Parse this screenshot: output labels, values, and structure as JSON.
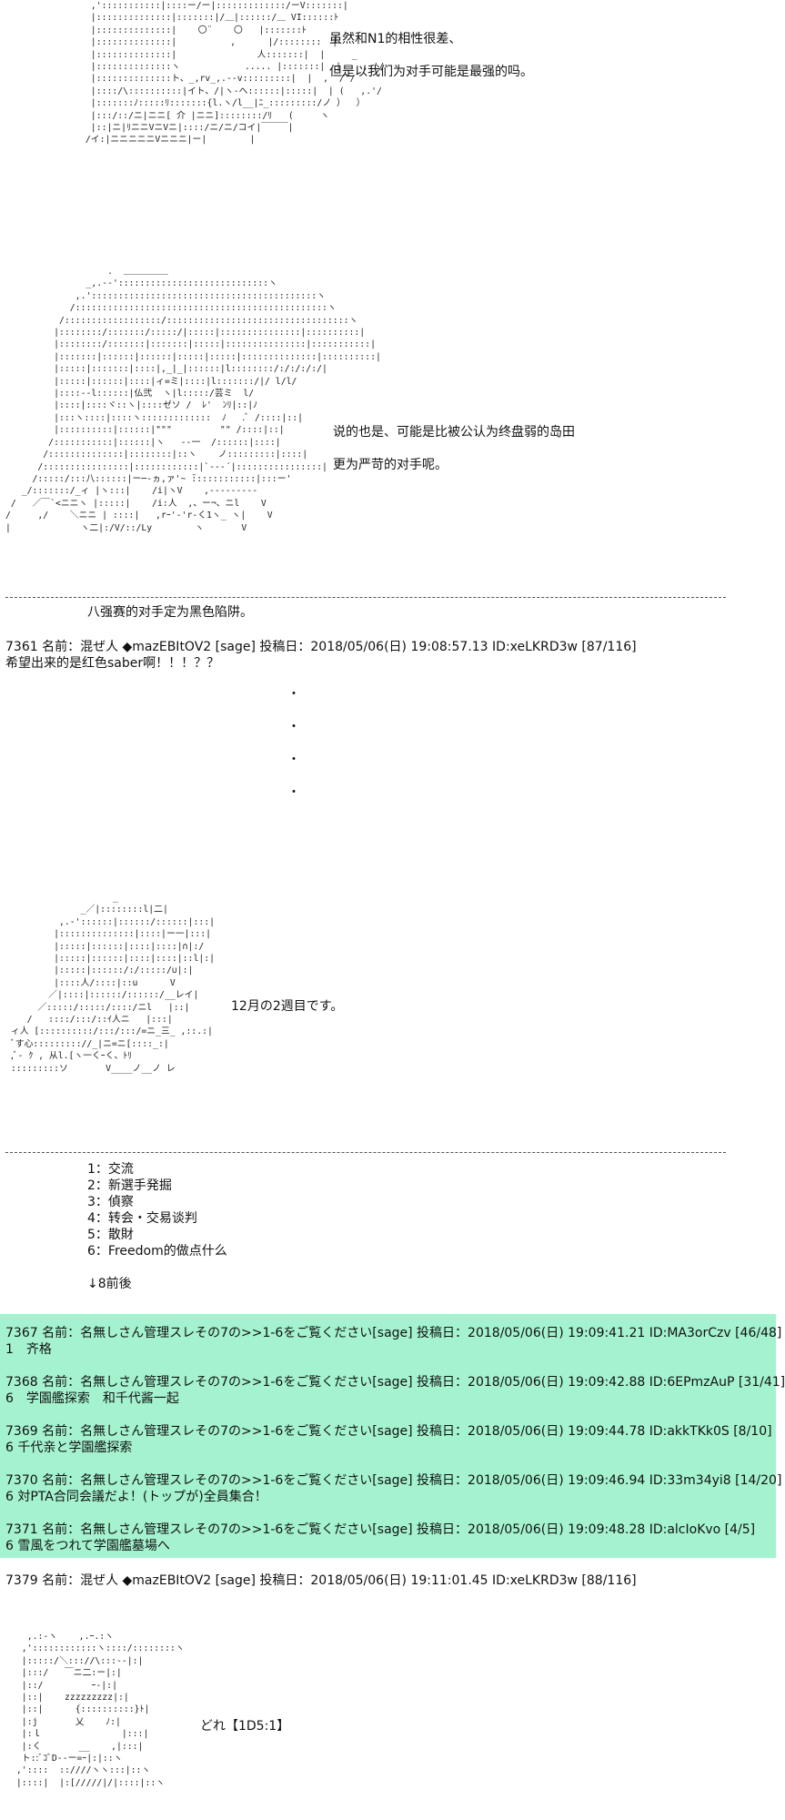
{
  "aa1": "  ,':::::::::::|::::ー/ー|:::::::::::::/ーV:::::::|\n  |::::::::::::::|:::::::|/＿|::::::/＿ VI::::::ﾄ\n  |::::::::::::::|    〇¨    〇   |:::::::ﾄ\n  |::::::::::::::|          ,      |/::::::::  |\n  |::::::::::::::|               人:::::::|  |     _\n  |::::::::::::::ヽ            ..... |:::::::|  |    ,.'/\n  |::::::::::::::ト、_,rv_,.-‐v:::::::::|  |  ,  /'/\n  |::::/\\::::::::::|イト、/|ヽ-へ::::::|:::::|  | (   ,.'/\n  |:::::::ﾉ:::::ﾘ:::::::{l.ヽ/l__|ﾆ_:::::::::/ノ ）  ）\n  |:::/::/ニ|ニニ[ 介 |ニニ]::::::::/ﾘ   (     ヽ\n  |::|ニ|ﾘニニVニVニ|::::/ニ/ニ/コイ|￣￣￣|\n /イ:|ニニニニニVニニニ|ー|        |",
  "aa2": "                   .  ＿＿＿＿＿\n               _,.-‐'::::::::::::::::::::::::::::ヽ\n             ,.'::::::::::::::::::::::::::::::::::::::::::ヽ\n            /:::::::::::::::::::::::::::::::::::::::::::::::ヽ\n          /::::::::::::::::::/::::::::::::::::::::::::::::::::::ヽ\n         |::::::::/:::::::/:::::/|:::::|:::::::::::::::|::::::::::|\n         |::::::::/:::::::|:::::::|:::::|:::::::::::::::|:::::::::::|\n         |:::::::|::::::|::::::|:::::|:::::|::::::::::::::|::::::::::|\n         |:::::|:::::::|::::|,_|_|::::::|l::::::::/:/:/:/:/|\n         |:::::|::::::|::::|ィ=ミ|::::|l:::::::/|/ l/l/\n         |::::--l::::::|仏弐  ヽ|l:::::/芸ミ  l/\n         |::::|::::ヾ::ヽ|::::ゼソ /  ﾚ'  ﾝﾘ|::|ﾉ\n         |:::ヽ::::|::::ヽ:::::::::::::  ﾉ   .ﾞ /::::|::|\n         |::::::::::|::::::|\"\"\"         \"\" /::::|::|\n        /:::::::::::|::::::|ヽ   -‐一  /::::::|::::|\n       /::::::::::::::|::::::::|::ヽ    ノ:::::::::|::::|\n      /::::::::::::::::|::::::::::::|`‐‐‐´|::::::::::::::::|\n     /:::::/:::八::::::|ー─‐ヵ,ァ'~ ̄::::::::::::|:::ー'\n   _/:::::::/_ィ |ヽ:::|    /i|ヽV    ,‐‐‐‐‐‐‐‐‐\n /   ／￣`<ニニヽ |:::::|    /i:人  ,、ー¬、ニl    V\n/     ,/    ＼ニニ | ::::|   ,rｰ'‐'r-く1ヽ_ ヽ|    V\n|             ヽ二|:/V/::/Ly        ヽ       V",
  "aa3": "                    _\n              _／|::::::::l|二|\n          ,.-'::::::|::::::/::::::|:::|\n         |::::::::::::::|::::|ー一|:::|\n         |:::::|::::::|::::|::::|∩|:/\n         |:::::|::::::|::::|::::|::l|:|\n         |:::::|::::::/:/:::::/∪|:|\n         |::::人/::::|::u      V\n        ／|::::|::::::/::::::/__レイ|\n      ／:::::/:::::/::::/ニl   |::|\n    /   ::::/:::/::ｲ人ニ   |:::|\n ィ人 [::::::::::/:::/:::/=ニ_三_ ,::.:|\n ﾞす心::::::::://_|ニ=ニ[::::_:|\n ,ﾞ‐ ｸ , 从l.[ヽ一くｰく、ﾄﾘ\n :::::::::ソ       V____ノ__ノ レ",
  "aa4": "   ,.:‐ヽ    ,.ｰ.:ヽ\n  ,'::::::::::::ヽ::::/::::::::ヽ\n  |:::::/＼::://\\:::--|:|\n  |:::/   ￣ニ二:ー|:|\n  |::/         ｰ-|:|\n  |::|    zzzzzzzzz|:|\n  |::|      {::::::::::}ﾄ|\n  |:j       乂    ﾉ:|\n  |:ｌ               |:::|\n  |:く       __    ,|:::|\n  ト::ﾞｺﾞD-‐ー=ｰ|:|::ヽ\n ,'::::  ::////ヽヽ:::|::ヽ\n |::::|  |:[/////|/|::::|::ヽ",
  "text1": "虽然和N1的相性很差、",
  "text2": "但是以我们为对手可能是最强的吗。",
  "text3": "说的也是、可能是比被公认为终盘弱的岛田",
  "text4": "更为严苛的对手呢。",
  "text5": "八强赛的对手定为黑色陷阱。",
  "post7361_header": "7361 名前：混ぜ人 ◆mazEBItOV2 [sage] 投稿日：2018/05/06(日) 19:08:57.13 ID:xeLKRD3w [87/116]",
  "post7361_body": "希望出来的是红色saber啊！！！？？",
  "dots": [
    "・",
    "・",
    "・",
    "・"
  ],
  "text6": "12月の2週目です。",
  "options": [
    "1：交流",
    "2：新選手発掘",
    "3：偵察",
    "4：转会・交易谈判",
    "5：散財",
    "6：Freedom的做点什么"
  ],
  "next_note": "↓8前後",
  "replies": [
    {
      "header": "7367 名前：名無しさん管理スレその7の>>1-6をご覧ください[sage] 投稿日：2018/05/06(日) 19:09:41.21 ID:MA3orCzv [46/48]",
      "body": "1　齐格"
    },
    {
      "header": "7368 名前：名無しさん管理スレその7の>>1-6をご覧ください[sage] 投稿日：2018/05/06(日) 19:09:42.88 ID:6EPmzAuP [31/41]",
      "body": "6　学園艦探索　和千代酱一起"
    },
    {
      "header": "7369 名前：名無しさん管理スレその7の>>1-6をご覧ください[sage] 投稿日：2018/05/06(日) 19:09:44.78 ID:akkTKk0S [8/10]",
      "body": "6 千代亲と学園艦探索"
    },
    {
      "header": "7370 名前：名無しさん管理スレその7の>>1-6をご覧ください[sage] 投稿日：2018/05/06(日) 19:09:46.94 ID:33m34yi8 [14/20]",
      "body": "6 対PTA合同会議だよ！(トップが)全員集合！"
    },
    {
      "header": "7371 名前：名無しさん管理スレその7の>>1-6をご覧ください[sage] 投稿日：2018/05/06(日) 19:09:48.28 ID:alcIoKvo [4/5]",
      "body": "6 雪風をつれて学園艦墓場へ"
    }
  ],
  "post7379_header": "7379 名前：混ぜ人 ◆mazEBItOV2 [sage] 投稿日：2018/05/06(日) 19:11:01.45 ID:xeLKRD3w [88/116]",
  "text7": "どれ【1D5:1】"
}
